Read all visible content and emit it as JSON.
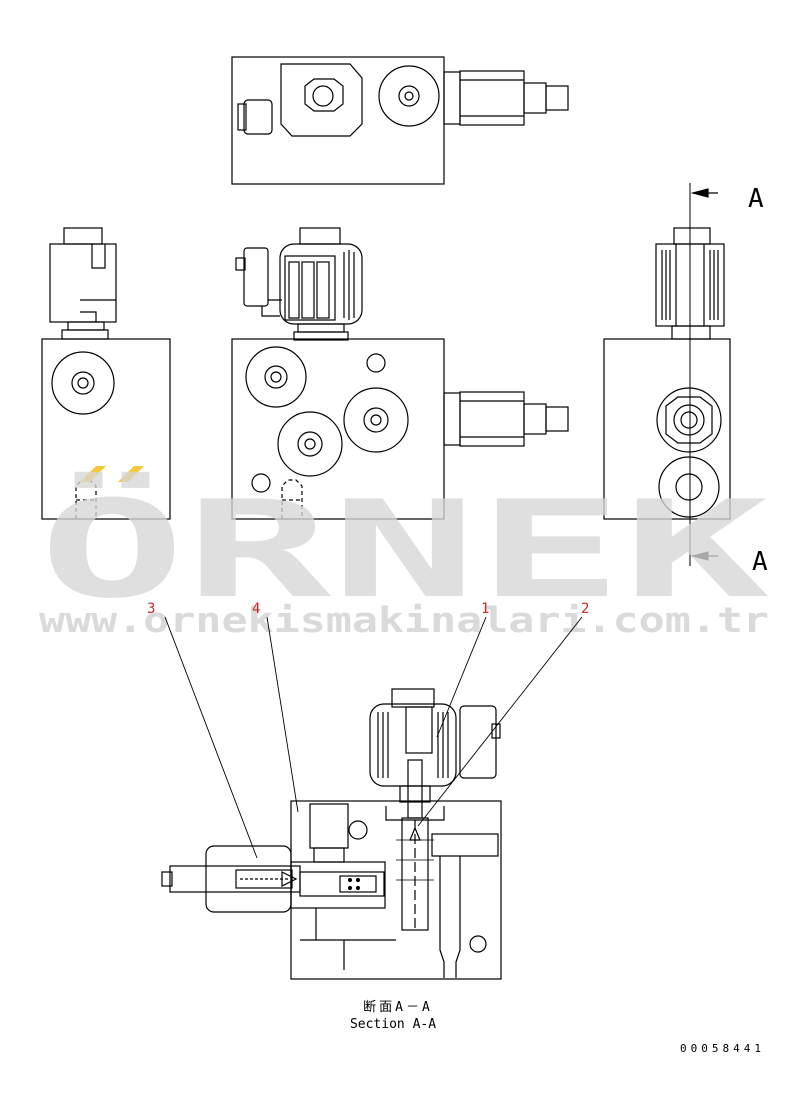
{
  "section_marker": {
    "letter_top": "A",
    "letter_bottom": "A"
  },
  "watermark": {
    "brand": "ÖRNEK",
    "url": "www.ornekismakinalari.com.tr"
  },
  "callouts": [
    {
      "id": "callout-3",
      "label": "3"
    },
    {
      "id": "callout-4",
      "label": "4"
    },
    {
      "id": "callout-1",
      "label": "1"
    },
    {
      "id": "callout-2",
      "label": "2"
    }
  ],
  "caption": {
    "line1": "断面A－A",
    "line2": "Section A-A"
  },
  "drawing_number": "00058441",
  "colors": {
    "line": "#000000",
    "callout": "#cc2a2a",
    "watermark": "#d6d6d6",
    "watermark_accent": "#f3c83a"
  }
}
